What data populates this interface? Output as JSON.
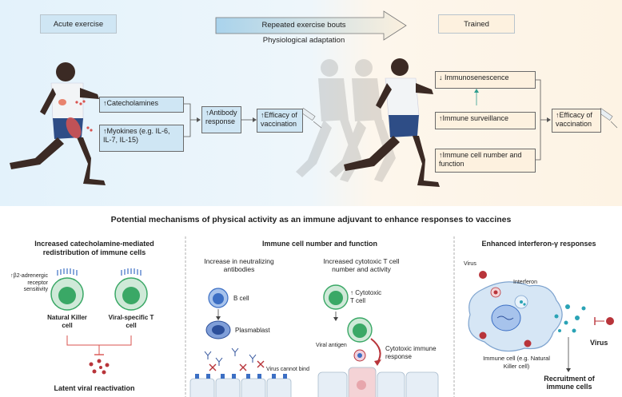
{
  "top": {
    "acute_label": "Acute exercise",
    "arrow_label": "Repeated exercise bouts",
    "adaptation_label": "Physiological adaptation",
    "trained_label": "Trained",
    "catecholamines": "↑Catecholamines",
    "myokines": "↑Myokines (e.g. IL-6, IL-7, IL-15)",
    "antibody": "↑Antibody response",
    "efficacy_left": "↑Efficacy of vaccination",
    "immunosenescence": "↓ Immunosenescence",
    "surveillance": "↑Immune surveillance",
    "cell_number": "↑Immune cell number and function",
    "efficacy_right": "↑Efficacy of vaccination"
  },
  "mechanisms_title": "Potential mechanisms of physical activity as an immune adjuvant to enhance responses to vaccines",
  "panel1": {
    "title": "Increased catecholamine-mediated redistribution of immune cells",
    "receptor": "↑β2-adrenergic receptor sensitivity",
    "nk": "Natural Killer cell",
    "tcell": "Viral-specific T cell",
    "latent": "Latent viral reactivation"
  },
  "panel2": {
    "title": "Immune cell number and function",
    "antibodies": "Increase in neutralizing antibodies",
    "bcell": "B cell",
    "plasmablast": "Plasmablast",
    "virus_cannot_bind": "Virus cannot bind",
    "cytotoxic_title": "Increased cytotoxic T cell number and activity",
    "cytotoxic_cell": "↑ Cytotoxic T cell",
    "viral_antigen": "Viral antigen",
    "cytotoxic_response": "Cytotoxic immune response"
  },
  "panel3": {
    "title": "Enhanced interferon-γ responses",
    "virus_small": "Virus",
    "interferon": "Interferon",
    "immune_cell": "Immune cell (e.g. Natural Killer cell)",
    "virus": "Virus",
    "recruitment": "Recruitment of immune cells"
  },
  "colors": {
    "blue_box": "#cfe6f4",
    "cream_box": "#fdf1df",
    "cell_green": "#3aa866",
    "cell_blue": "#3c6fc4",
    "virus_red": "#b8343a"
  }
}
